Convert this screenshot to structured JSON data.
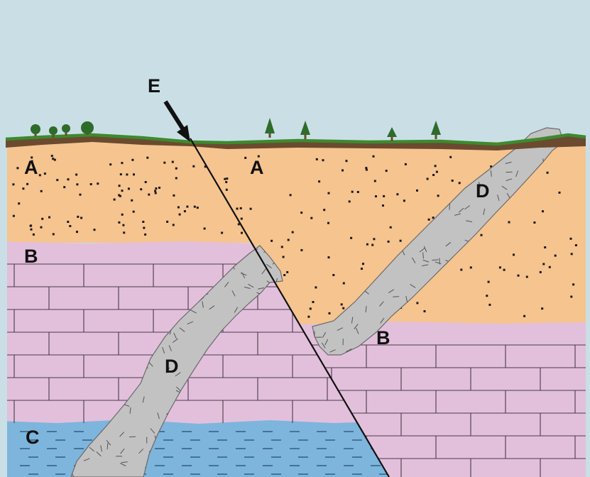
{
  "labels": {
    "a_left": "A",
    "a_right": "A",
    "b_left": "B",
    "b_right": "B",
    "c": "C",
    "d_upper": "D",
    "d_lower": "D",
    "e": "E"
  },
  "colors": {
    "sky": "#c9dfe5",
    "sand": "#f6c48f",
    "limestone": "#e2c0dc",
    "water": "#7db5dd",
    "dike": "#c2c2c2",
    "soil": "#6b4a2f",
    "grass": "#3d8a2e",
    "tree": "#2f6b2a",
    "line": "#111111"
  }
}
